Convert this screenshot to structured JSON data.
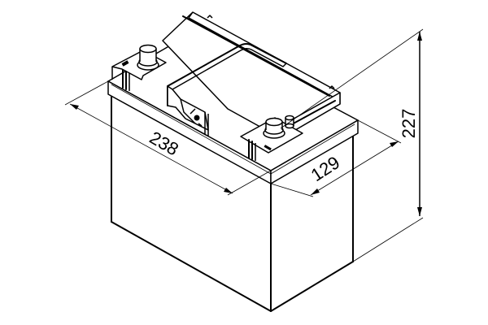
{
  "drawing": {
    "subject": "Car battery isometric dimension drawing",
    "line_color": "#000000",
    "background": "#ffffff"
  },
  "dimensions": {
    "length": {
      "value": "238",
      "axis": "length"
    },
    "width": {
      "value": "129",
      "axis": "width"
    },
    "height": {
      "value": "227",
      "axis": "height"
    }
  },
  "terminals": {
    "negative_symbol": "−",
    "positive_symbol": "+"
  }
}
